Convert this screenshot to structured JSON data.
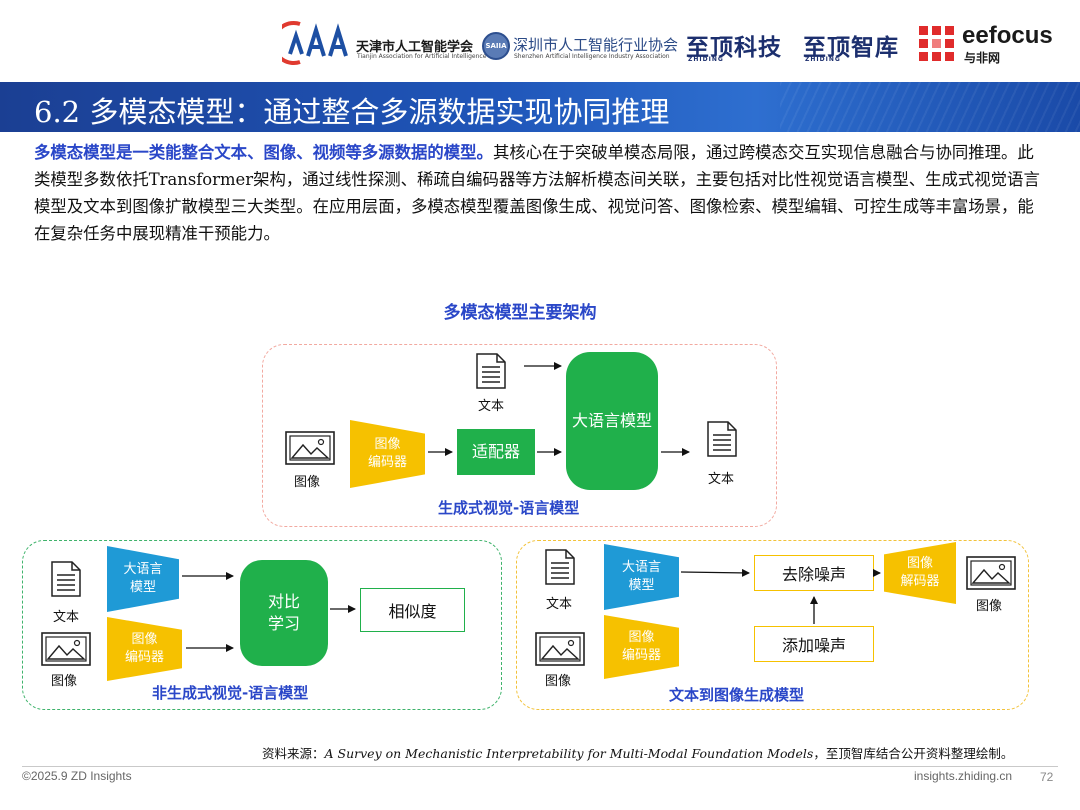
{
  "logos": {
    "tianjin_mark": "CAAI",
    "tianjin_cn": "天津市人工智能学会",
    "tianjin_en": "Tianjin Association for Artificial Intelligence",
    "shenzhen_mark": "SAIIA",
    "shenzhen_cn": "深圳市人工智能行业协会",
    "shenzhen_en": "Shenzhen Artificial Intelligence Industry Association",
    "zhiding_tech": "至顶科技",
    "zhiding_tech_sub": "ZHIDING",
    "zhiding_think": "至顶智库",
    "zhiding_think_sub": "ZHIDING",
    "eefocus_name": "eefocus",
    "eefocus_cn": "与非网"
  },
  "title": "6.2 多模态模型：通过整合多源数据实现协同推理",
  "intro": {
    "highlight": "多模态模型是一类能整合文本、图像、视频等多源数据的模型。",
    "body": "其核心在于突破单模态局限，通过跨模态交互实现信息融合与协同推理。此类模型多数依托Transformer架构，通过线性探测、稀疏自编码器等方法解析模态间关联，主要包括对比性视觉语言模型、生成式视觉语言模型及文本到图像扩散模型三大类型。在应用层面，多模态模型覆盖图像生成、视觉问答、图像检索、模型编辑、可控生成等丰富场景，能在复杂任务中展现精准干预能力。"
  },
  "diagram_title": "多模态模型主要架构",
  "generative": {
    "caption": "生成式视觉-语言模型",
    "text_in_label": "文本",
    "image_in_label": "图像",
    "encoder_line1": "图像",
    "encoder_line2": "编码器",
    "adapter": "适配器",
    "llm_line1": "大语言",
    "llm_line2": "模型",
    "text_out_label": "文本"
  },
  "contrastive": {
    "caption": "非生成式视觉-语言模型",
    "text_label": "文本",
    "image_label": "图像",
    "llm_line1": "大语言",
    "llm_line2": "模型",
    "encoder_line1": "图像",
    "encoder_line2": "编码器",
    "contrast_line1": "对比",
    "contrast_line2": "学习",
    "similarity": "相似度"
  },
  "text2image": {
    "caption": "文本到图像生成模型",
    "text_label": "文本",
    "image_in_label": "图像",
    "llm_line1": "大语言",
    "llm_line2": "模型",
    "encoder_line1": "图像",
    "encoder_line2": "编码器",
    "denoise": "去除噪声",
    "add_noise": "添加噪声",
    "decoder_line1": "图像",
    "decoder_line2": "解码器",
    "image_out_label": "图像"
  },
  "source": {
    "prefix": "资料来源：",
    "paper": "A Survey on Mechanistic Interpretability for Multi-Modal Foundation Models",
    "suffix": "，至顶智库结合公开资料整理绘制。"
  },
  "footer": {
    "left": "©2025.9 ZD Insights",
    "right": "insights.zhiding.cn",
    "page": "72"
  },
  "colors": {
    "banner": "#1f55b8",
    "accent_text": "#2a47c8",
    "green": "#20b04b",
    "yellow": "#f6c100",
    "blue": "#1f9ad6",
    "pink_border": "#f2a9a0",
    "green_border": "#3fb36b",
    "gold_border": "#f2c23a"
  },
  "icons": [
    "document-icon",
    "image-icon",
    "arrow-right-icon",
    "arrow-up-icon"
  ]
}
